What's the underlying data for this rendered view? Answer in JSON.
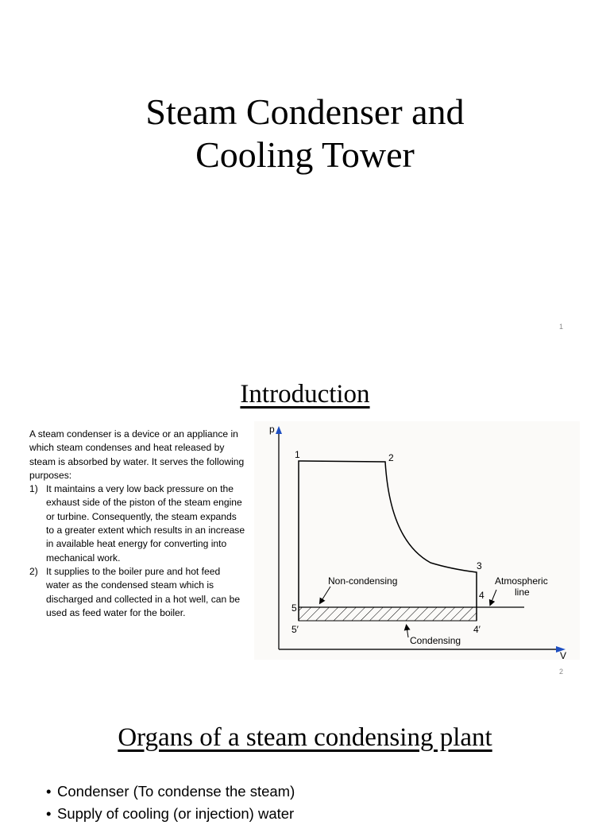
{
  "slide1": {
    "title_line1": "Steam Condenser and",
    "title_line2": "Cooling Tower",
    "page_number": "1"
  },
  "slide2": {
    "title": "Introduction",
    "intro_text": "A steam condenser is a device or an appliance in which steam condenses and heat released by steam is absorbed by water. It serves the following purposes:",
    "points": [
      {
        "num": "1)",
        "text": "It maintains a very low back pressure on the exhaust side of the piston of the steam engine or turbine. Consequently, the steam expands to a greater extent which results in an increase in available heat energy for converting into mechanical work."
      },
      {
        "num": "2)",
        "text": "It supplies to the boiler pure and hot feed water as the condensed steam which is discharged and collected in a hot well, can be used as feed water for the boiler."
      }
    ],
    "figure": {
      "axis_p": "p",
      "axis_v": "V",
      "point_1": "1",
      "point_2": "2",
      "point_3": "3",
      "point_4": "4",
      "point_4p": "4′",
      "point_5": "5",
      "point_5p": "5′",
      "label_noncondensing": "Non-condensing",
      "label_atmospheric_1": "Atmospheric",
      "label_atmospheric_2": "line",
      "label_condensing": "Condensing"
    },
    "page_number": "2"
  },
  "slide3": {
    "title": "Organs of a steam condensing plant",
    "bullets": [
      "Condenser (To condense the steam)",
      "Supply of cooling (or injection) water"
    ]
  }
}
